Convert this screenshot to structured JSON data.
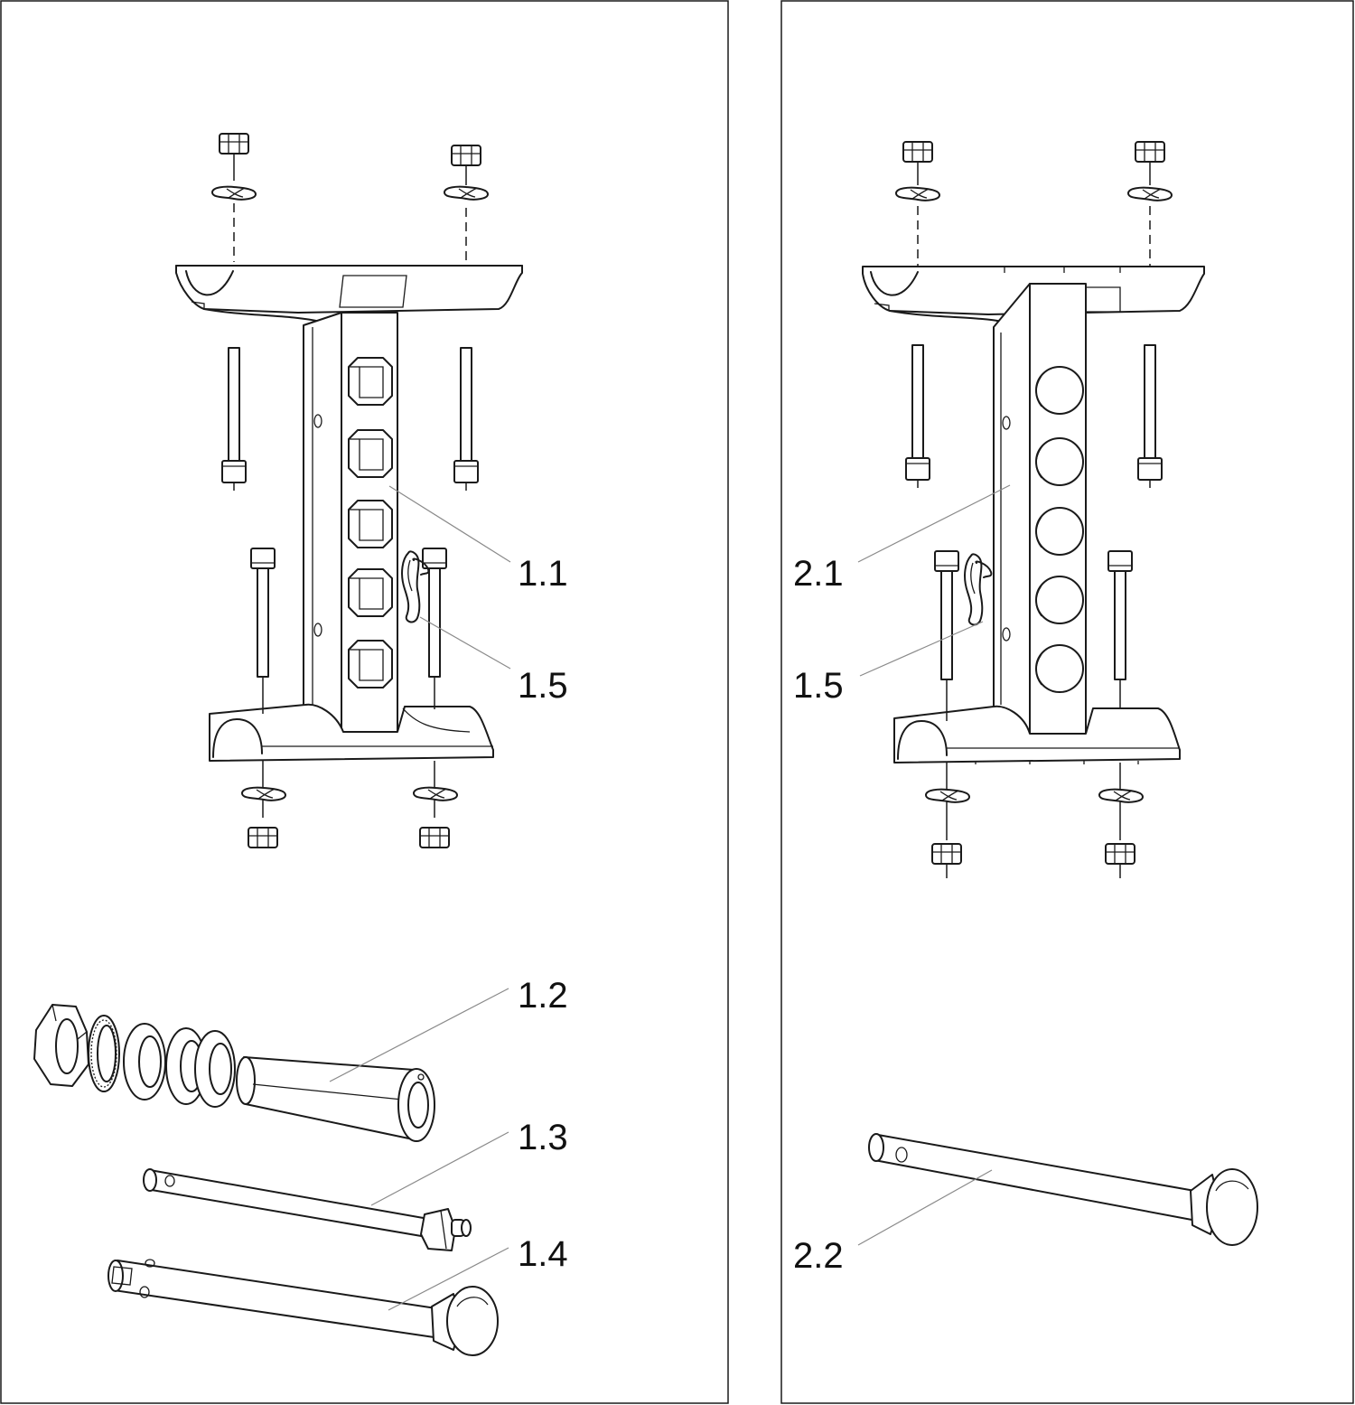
{
  "callouts": {
    "c1_1": "1.1",
    "c1_2": "1.2",
    "c1_3": "1.3",
    "c1_4": "1.4",
    "c1_5_left": "1.5",
    "c2_1": "2.1",
    "c1_5_right": "1.5",
    "c2_2": "2.2"
  }
}
